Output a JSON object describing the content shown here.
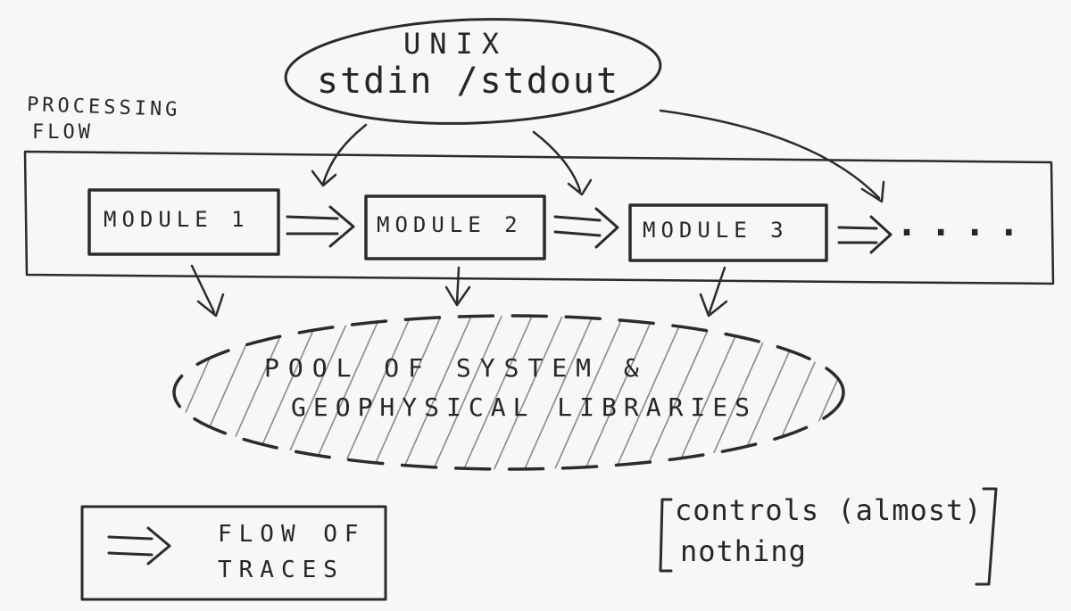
{
  "unix": {
    "line1": "UNIX",
    "line2": "stdin /stdout"
  },
  "processing_flow": {
    "line1": "PROCESSING",
    "line2": "FLOW"
  },
  "modules": [
    {
      "label": "MODULE 1"
    },
    {
      "label": "MODULE 2"
    },
    {
      "label": "MODULE 3"
    }
  ],
  "continuation": "....",
  "pool": {
    "line1": "POOL OF SYSTEM &",
    "line2": "GEOPHYSICAL LIBRARIES"
  },
  "legend": {
    "line1": "FLOW OF",
    "line2": "TRACES"
  },
  "note": {
    "line1": "controls (almost)",
    "line2": "nothing"
  },
  "colors": {
    "ink": "#2b2b2b",
    "paper": "#f7f7f5",
    "hatch": "#8a8a8a"
  }
}
